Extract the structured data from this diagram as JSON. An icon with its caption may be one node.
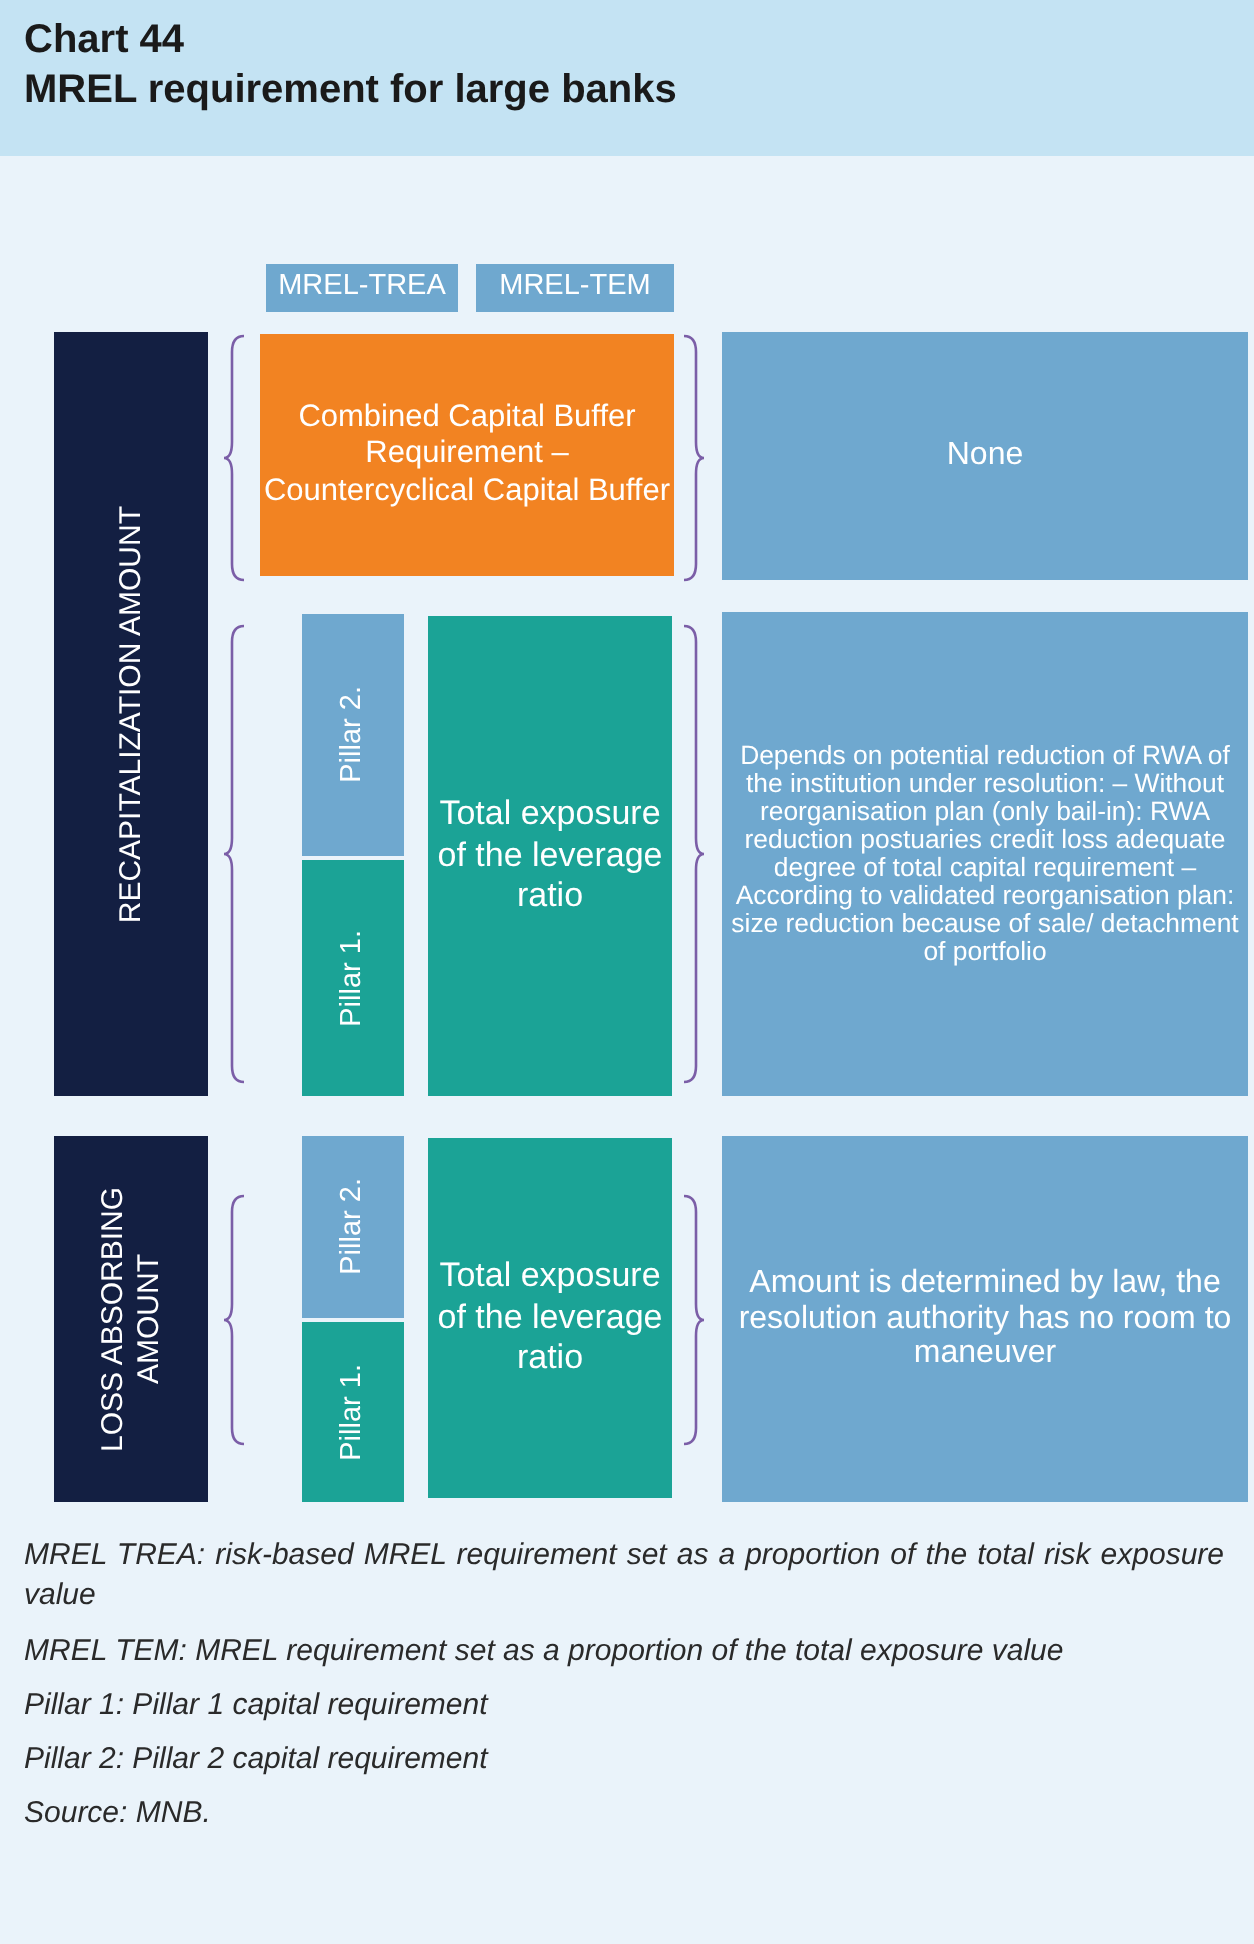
{
  "diagram": {
    "title": "MREL requirement for large banks",
    "nodes": [
      {
        "text": [
          "MREL-TREA"
        ]
      },
      {
        "text": [
          "MREL-TEM"
        ]
      },
      {
        "text": [
          "RECAPITALIZATION AMOUNT"
        ]
      },
      {
        "text": [
          "Combined Capital Buffer Requirement – Countercyclical Capital Buffer"
        ]
      },
      {
        "text": [
          "None"
        ]
      },
      {
        "text": [
          "Pillar 2."
        ]
      },
      {
        "text": [
          "Pillar 1."
        ]
      },
      {
        "text": [
          "Total exposure of the leverage ratio"
        ]
      },
      {
        "text": [
          "Depends on potential reduction of RWA of the institution under resolution: – Without reorganisation plan (only bail-in): RWA reduction postuaries credit loss adequate degree of total capital requirement – According to validated reorganisation plan: size reduction because of sale/ detachment of portfolio"
        ]
      },
      {
        "text": [
          "LOSS ABSORBING AMOUNT"
        ]
      },
      {
        "text": [
          "Pillar 2."
        ]
      },
      {
        "text": [
          "Pillar 1."
        ]
      },
      {
        "text": [
          "Total exposure of the leverage ratio"
        ]
      },
      {
        "text": [
          "Amount is determined by law, the resolution authority has no room to maneuver"
        ]
      }
    ],
    "labels": [
      "Chart 44",
      "MREL TREA: risk-based MREL requirement set as a proportion of the total risk exposure value",
      "MREL TEM: MREL requirement set as a proportion of the total exposure value",
      "Pillar 1: Pillar 1 capital requirement",
      "Pillar 2: Pillar 2 capital requirement",
      "Source: MNB."
    ]
  }
}
